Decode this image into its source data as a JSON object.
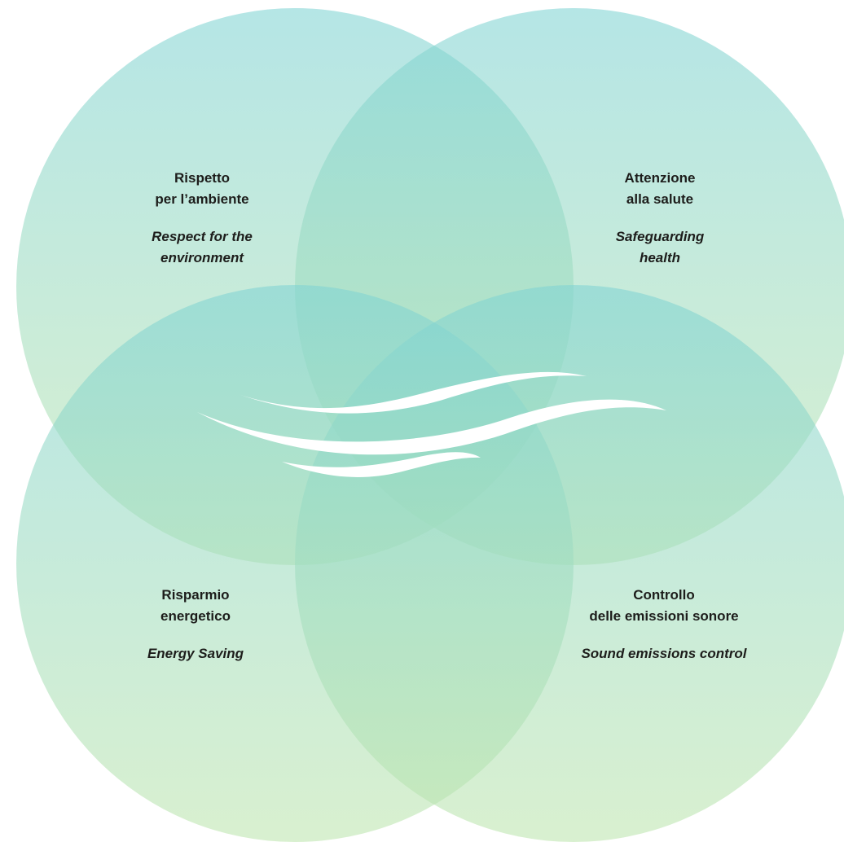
{
  "diagram": {
    "colors": {
      "circle_top": "#7fd3d3",
      "circle_bottom": "#bde5ad",
      "wave": "#ffffff",
      "text": "#1d1d1b"
    },
    "wave_icon": "stylized-air-waves-icon",
    "quadrants": [
      {
        "title_lines": [
          "Rispetto",
          "per l’ambiente"
        ],
        "subtitle_lines": [
          "Respect for the",
          "environment"
        ]
      },
      {
        "title_lines": [
          "Attenzione",
          "alla salute"
        ],
        "subtitle_lines": [
          "Safeguarding",
          "health"
        ]
      },
      {
        "title_lines": [
          "Risparmio",
          "energetico"
        ],
        "subtitle_lines": [
          "Energy Saving"
        ]
      },
      {
        "title_lines": [
          "Controllo",
          "delle emissioni sonore"
        ],
        "subtitle_lines": [
          "Sound emissions control"
        ]
      }
    ]
  }
}
